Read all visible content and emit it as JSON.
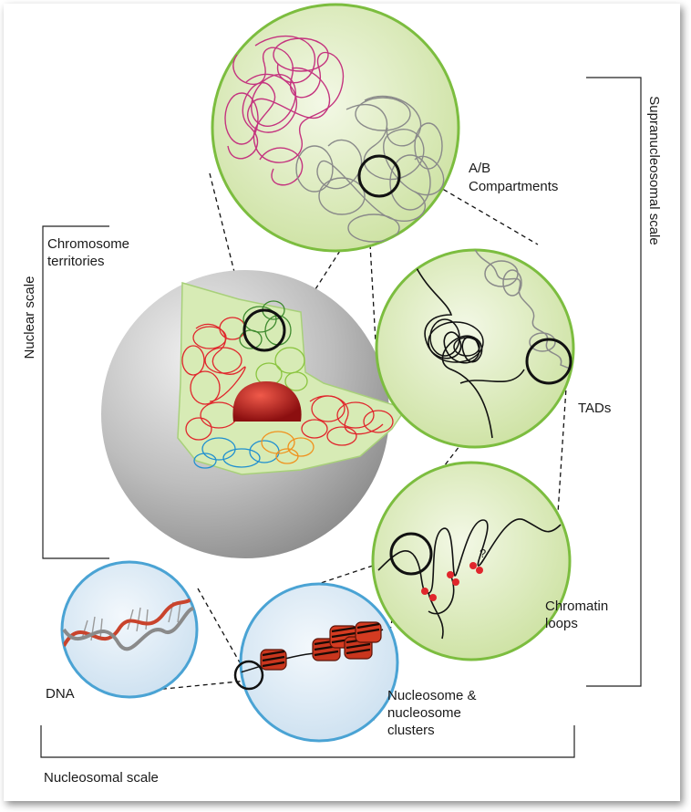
{
  "labels": {
    "compartments_1": "A/B",
    "compartments_2": "Compartments",
    "territories_1": "Chromosome",
    "territories_2": "territories",
    "tads": "TADs",
    "loops_1": "Chromatin",
    "loops_2": "loops",
    "question_mark": "?",
    "dna": "DNA",
    "nucleosome_1": "Nucleosome &",
    "nucleosome_2": "nucleosome",
    "nucleosome_3": "clusters"
  },
  "scales": {
    "nuclear": "Nuclear scale",
    "supranucleosomal": "Supranucleosomal scale",
    "nucleosomal": "Nucleosomal scale"
  },
  "colors": {
    "green_fill": "#d6e7b4",
    "green_stroke": "#7cbd3f",
    "blue_fill": "#d7e7f3",
    "blue_stroke": "#4aa3d4",
    "magenta": "#c4347f",
    "red": "#e0262c",
    "orange": "#f0921e",
    "blue_chromatin": "#1f8fd0",
    "dark_green": "#3e8a2e",
    "light_green": "#8ac43f",
    "gray_sphere": "#a5a5a5",
    "chromatin_gray": "#8a8a8a"
  }
}
